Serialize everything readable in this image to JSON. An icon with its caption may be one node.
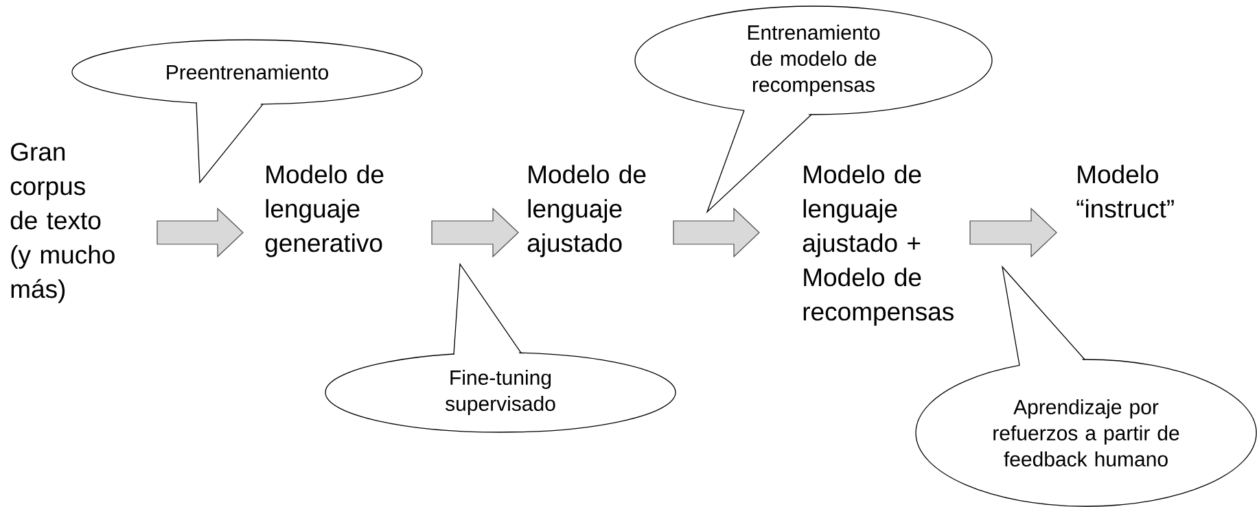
{
  "diagram": {
    "nodes": [
      {
        "text": [
          "Gran corpus de texto (y mucho más)"
        ]
      },
      {
        "text": [
          "Modelo de lenguaje generativo"
        ]
      },
      {
        "text": [
          "Modelo de lenguaje ajustado"
        ]
      },
      {
        "text": [
          "Modelo de lenguaje ajustado + Modelo de recompensas"
        ]
      },
      {
        "text": [
          "Modelo “instruct”"
        ]
      },
      {
        "text": [
          "Preentrenamiento"
        ]
      },
      {
        "text": [
          "Fine-tuning supervisado"
        ]
      },
      {
        "text": [
          "Entrenamiento de modelo de recompensas"
        ]
      },
      {
        "text": [
          "Aprendizaje por refuerzos a partir de feedback humano"
        ]
      }
    ],
    "edges": [
      {
        "from": 0,
        "to": 1,
        "arrow": "to"
      },
      {
        "from": 1,
        "to": 2,
        "arrow": "to"
      },
      {
        "from": 2,
        "to": 3,
        "arrow": "to"
      },
      {
        "from": 3,
        "to": 4,
        "arrow": "to"
      }
    ]
  }
}
